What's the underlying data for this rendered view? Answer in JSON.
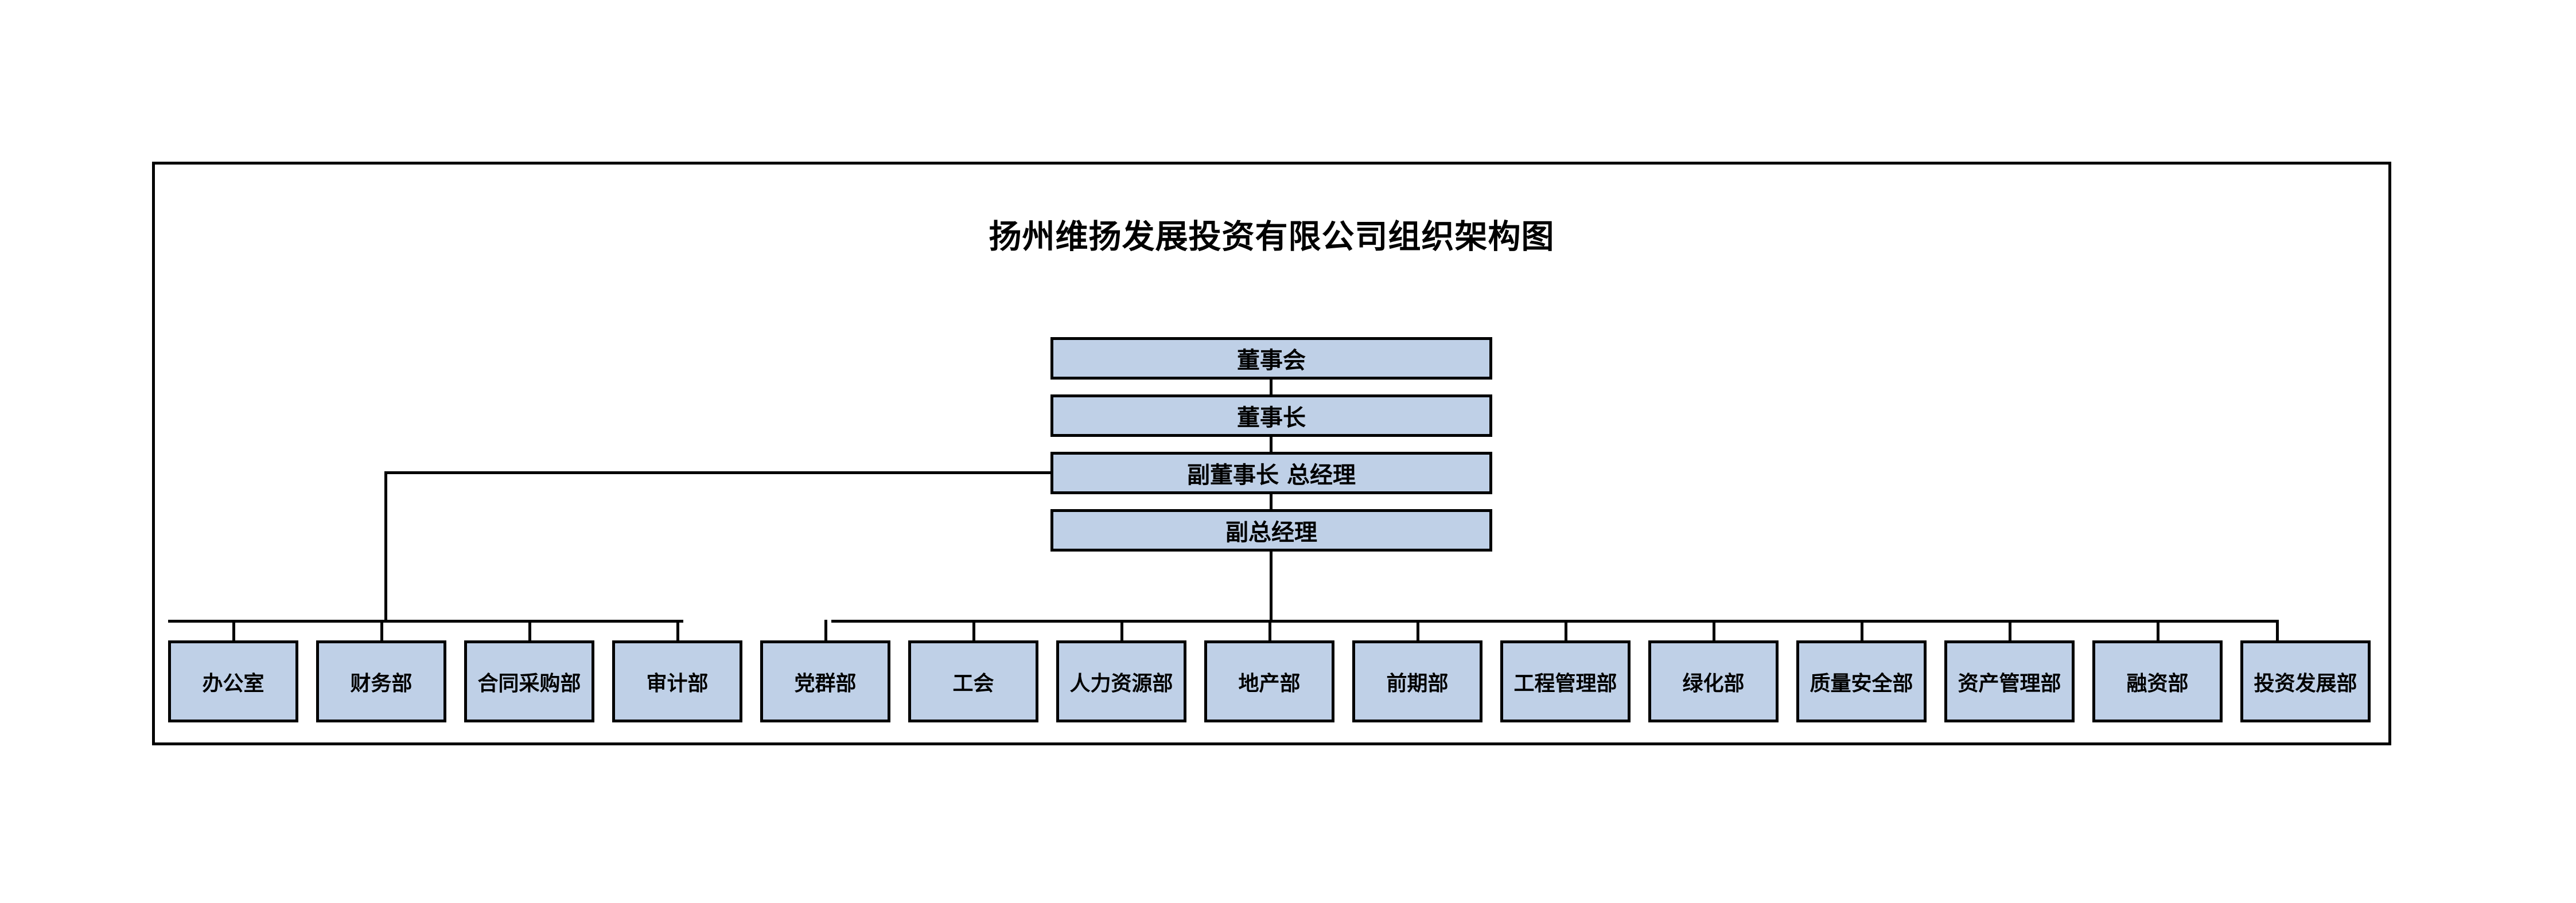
{
  "chart_data": {
    "type": "diagram",
    "diagram_kind": "organizational-chart",
    "title": "扬州维扬发展投资有限公司组织架构图",
    "orientation": "top-down",
    "colors": {
      "node_fill": "#bfd0e7",
      "node_border": "#000000",
      "connector": "#000000",
      "frame_border": "#000000",
      "background": "#ffffff",
      "text": "#000000"
    },
    "levels": [
      {
        "level": 1,
        "nodes": [
          "董事会"
        ]
      },
      {
        "level": 2,
        "nodes": [
          "董事长"
        ]
      },
      {
        "level": 3,
        "nodes": [
          "副董事长 总经理"
        ]
      },
      {
        "level": 4,
        "nodes": [
          "副总经理"
        ]
      },
      {
        "level": 5,
        "nodes": [
          "办公室",
          "财务部",
          "合同采购部",
          "审计部",
          "党群部",
          "工会",
          "人力资源部",
          "地产部",
          "前期部",
          "工程管理部",
          "绿化部",
          "质量安全部",
          "资产管理部",
          "融资部",
          "投资发展部"
        ]
      }
    ],
    "edges": [
      {
        "from": "董事会",
        "to": "董事长"
      },
      {
        "from": "董事长",
        "to": "副董事长 总经理"
      },
      {
        "from": "副董事长 总经理",
        "to": "副总经理"
      },
      {
        "from": "副董事长 总经理",
        "to": "办公室"
      },
      {
        "from": "副董事长 总经理",
        "to": "财务部"
      },
      {
        "from": "副董事长 总经理",
        "to": "合同采购部"
      },
      {
        "from": "副董事长 总经理",
        "to": "审计部"
      },
      {
        "from": "副总经理",
        "to": "党群部"
      },
      {
        "from": "副总经理",
        "to": "工会"
      },
      {
        "from": "副总经理",
        "to": "人力资源部"
      },
      {
        "from": "副总经理",
        "to": "地产部"
      },
      {
        "from": "副总经理",
        "to": "前期部"
      },
      {
        "from": "副总经理",
        "to": "工程管理部"
      },
      {
        "from": "副总经理",
        "to": "绿化部"
      },
      {
        "from": "副总经理",
        "to": "质量安全部"
      },
      {
        "from": "副总经理",
        "to": "资产管理部"
      },
      {
        "from": "副总经理",
        "to": "融资部"
      },
      {
        "from": "副总经理",
        "to": "投资发展部"
      }
    ],
    "department_count": 15
  },
  "chart": {
    "title": "扬州维扬发展投资有限公司组织架构图",
    "executives": [
      {
        "label": "董事会"
      },
      {
        "label": "董事长"
      },
      {
        "label": "副董事长 总经理"
      },
      {
        "label": "副总经理"
      }
    ],
    "departments": [
      {
        "label": "办公室"
      },
      {
        "label": "财务部"
      },
      {
        "label": "合同采购部"
      },
      {
        "label": "审计部"
      },
      {
        "label": "党群部"
      },
      {
        "label": "工会"
      },
      {
        "label": "人力资源部"
      },
      {
        "label": "地产部"
      },
      {
        "label": "前期部"
      },
      {
        "label": "工程管理部"
      },
      {
        "label": "绿化部"
      },
      {
        "label": "质量安全部"
      },
      {
        "label": "资产管理部"
      },
      {
        "label": "融资部"
      },
      {
        "label": "投资发展部"
      }
    ]
  }
}
